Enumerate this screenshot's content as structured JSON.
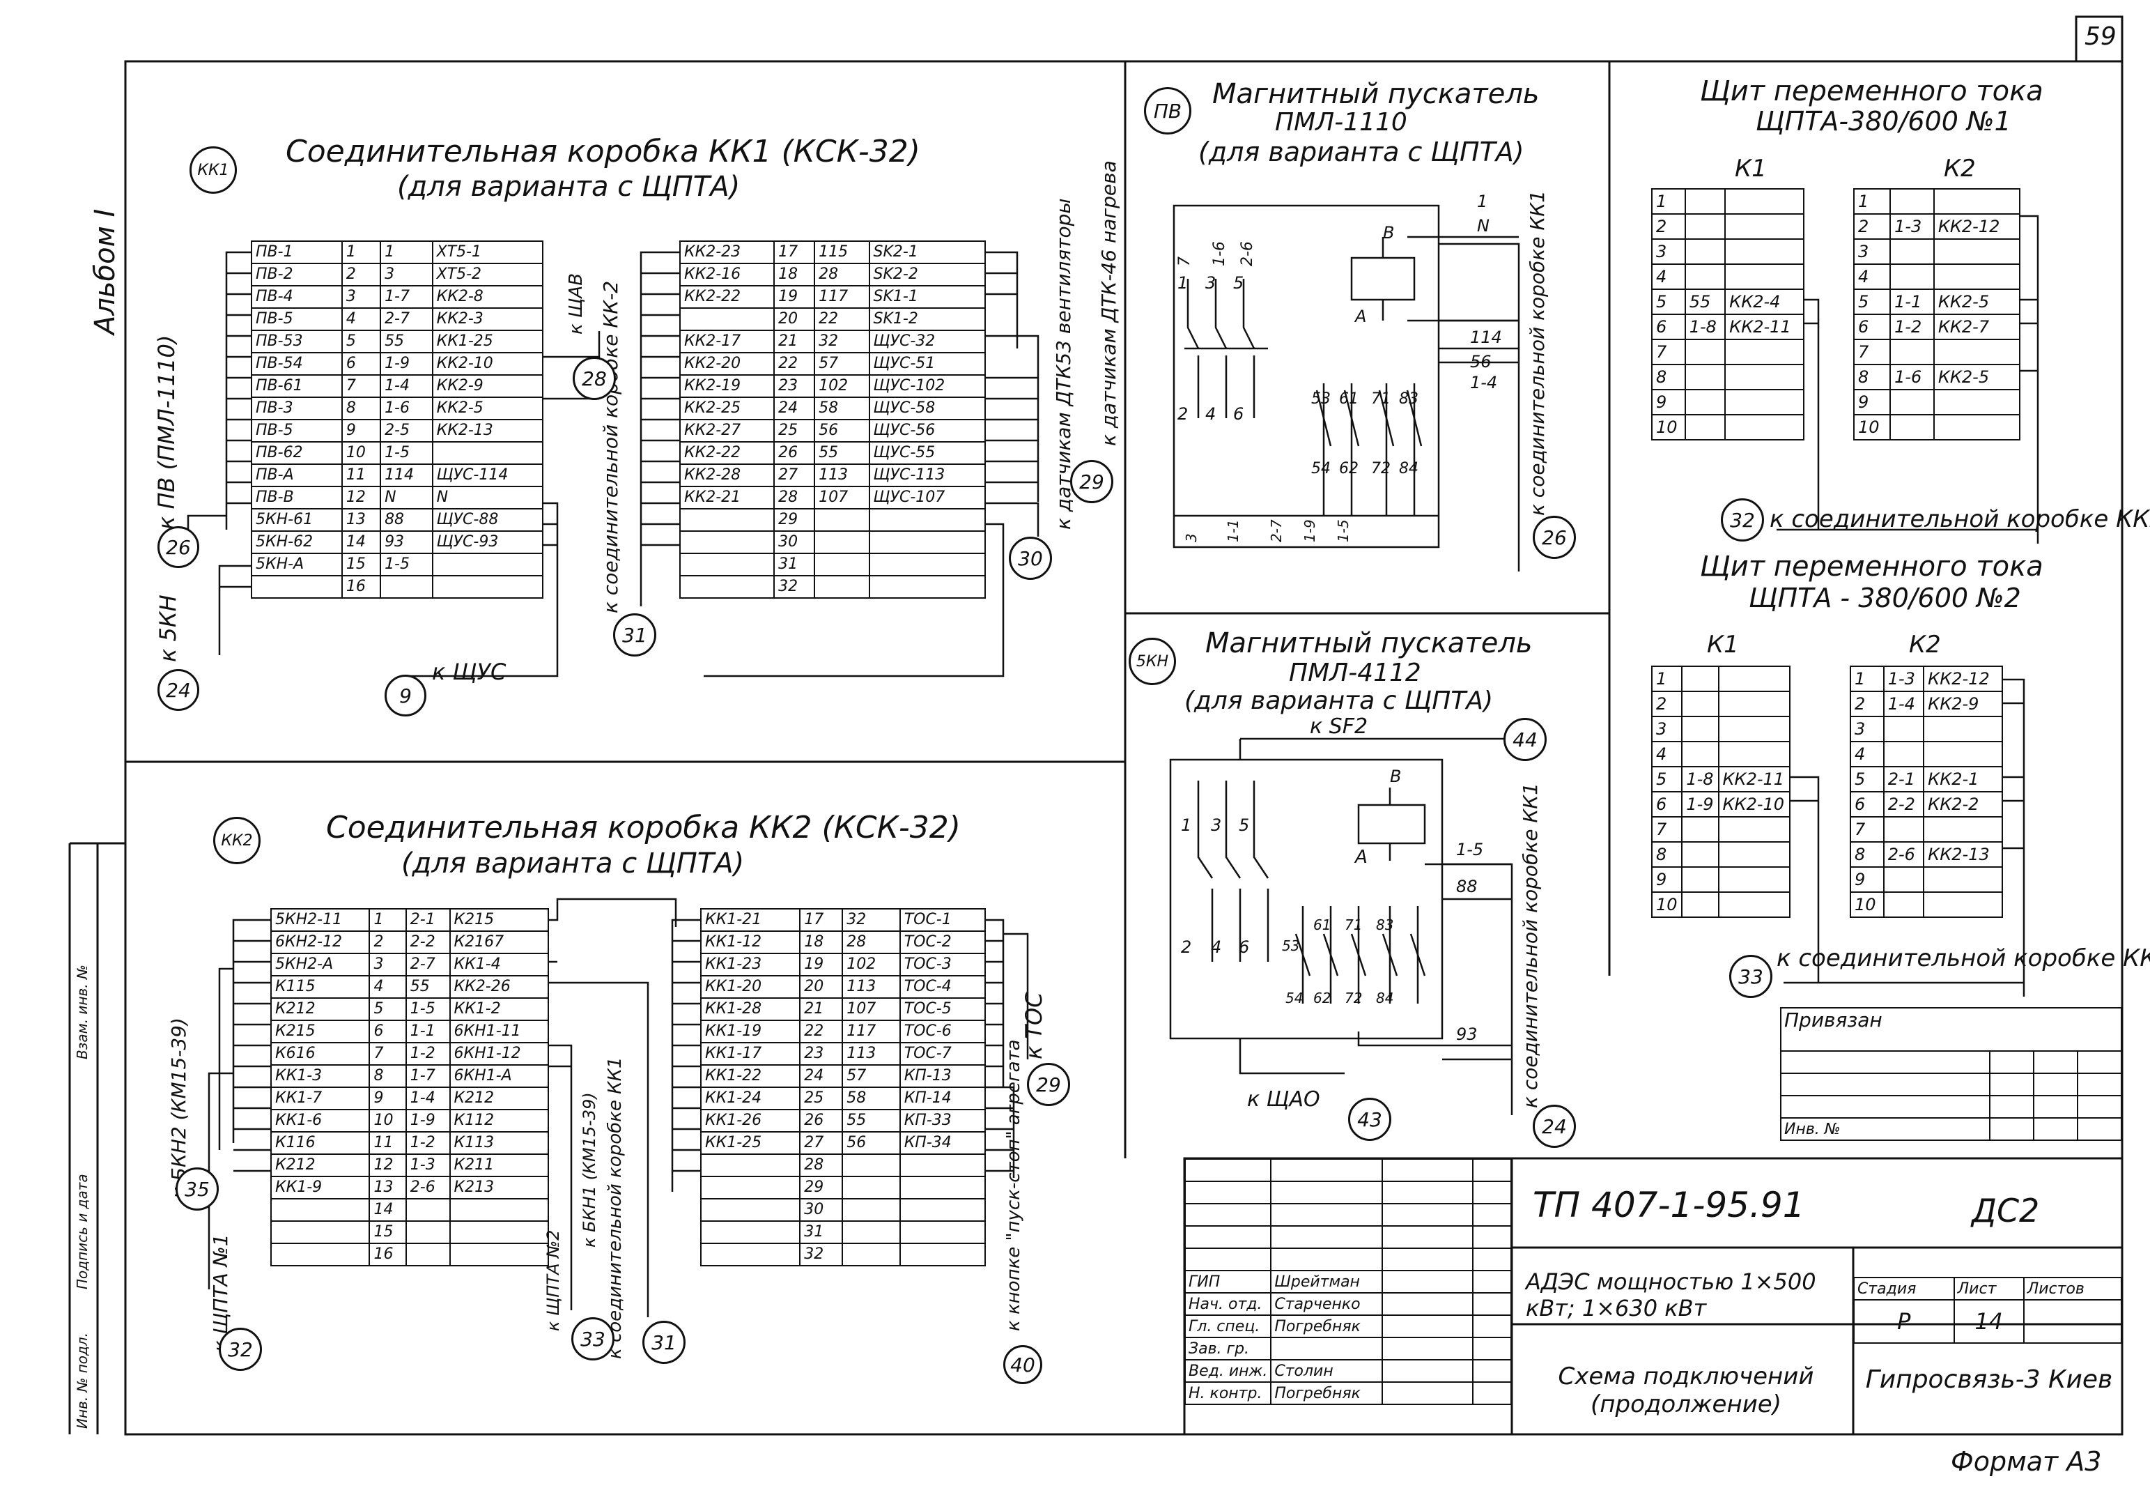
{
  "page_number": "59",
  "album": "Альбом I",
  "side_labels": [
    "Инв. № подл.",
    "Подпись и дата",
    "Взам. инв. №"
  ],
  "kk1": {
    "badge": "КК1",
    "title": "Соединительная коробка КК1 (КСК-32)",
    "subtitle": "(для варианта с ЩПТА)",
    "left_rows": [
      [
        "ПВ-1",
        "1",
        "1",
        "ХТ5-1"
      ],
      [
        "ПВ-2",
        "2",
        "3",
        "ХТ5-2"
      ],
      [
        "ПВ-4",
        "3",
        "1-7",
        "КК2-8"
      ],
      [
        "ПВ-5",
        "4",
        "2-7",
        "КК2-3"
      ],
      [
        "ПВ-53",
        "5",
        "55",
        "КК1-25"
      ],
      [
        "ПВ-54",
        "6",
        "1-9",
        "КК2-10"
      ],
      [
        "ПВ-61",
        "7",
        "1-4",
        "КК2-9"
      ],
      [
        "ПВ-3",
        "8",
        "1-6",
        "КК2-5"
      ],
      [
        "ПВ-5",
        "9",
        "2-5",
        "КК2-13"
      ],
      [
        "ПВ-62",
        "10",
        "1-5",
        ""
      ],
      [
        "ПВ-А",
        "11",
        "114",
        "ЩУС-114"
      ],
      [
        "ПВ-В",
        "12",
        "N",
        "N"
      ],
      [
        "5КН-61",
        "13",
        "88",
        "ЩУС-88"
      ],
      [
        "5КН-62",
        "14",
        "93",
        "ЩУС-93"
      ],
      [
        "5КН-А",
        "15",
        "1-5",
        ""
      ],
      [
        "",
        "16",
        "",
        ""
      ]
    ],
    "right_rows": [
      [
        "КК2-23",
        "17",
        "115",
        "SK2-1"
      ],
      [
        "КК2-16",
        "18",
        "28",
        "SK2-2"
      ],
      [
        "КК2-22",
        "19",
        "117",
        "SK1-1"
      ],
      [
        "",
        "20",
        "22",
        "SK1-2"
      ],
      [
        "КК2-17",
        "21",
        "32",
        "ЩУС-32"
      ],
      [
        "КК2-20",
        "22",
        "57",
        "ЩУС-51"
      ],
      [
        "КК2-19",
        "23",
        "102",
        "ЩУС-102"
      ],
      [
        "КК2-25",
        "24",
        "58",
        "ЩУС-58"
      ],
      [
        "КК2-27",
        "25",
        "56",
        "ЩУС-56"
      ],
      [
        "КК2-22",
        "26",
        "55",
        "ЩУС-55"
      ],
      [
        "КК2-28",
        "27",
        "113",
        "ЩУС-113"
      ],
      [
        "КК2-21",
        "28",
        "107",
        "ЩУС-107"
      ],
      [
        "",
        "29",
        "",
        ""
      ],
      [
        "",
        "30",
        "",
        ""
      ],
      [
        "",
        "31",
        "",
        ""
      ],
      [
        "",
        "32",
        "",
        ""
      ]
    ],
    "labels": {
      "pv": "к ПВ (ПМЛ-1110)",
      "skn": "к 5КН",
      "shus": "к ЩУС",
      "shav": "к ЩАВ",
      "kk2": "к соединительной коробке КК-2",
      "vent": "к датчикам ДТК53 вентиляторы",
      "ndat": "к датчикам ДТК-46 нагрева"
    },
    "circles": [
      "26",
      "24",
      "9",
      "28",
      "31",
      "30",
      "29"
    ]
  },
  "kk2": {
    "badge": "КК2",
    "title": "Соединительная коробка КК2 (КСК-32)",
    "subtitle": "(для варианта с ЩПТА)",
    "left_rows": [
      [
        "5КН2-11",
        "1",
        "2-1",
        "К215"
      ],
      [
        "6КН2-12",
        "2",
        "2-2",
        "К2167"
      ],
      [
        "5КН2-А",
        "3",
        "2-7",
        "КК1-4"
      ],
      [
        "К115",
        "4",
        "55",
        "КК2-26"
      ],
      [
        "К212",
        "5",
        "1-5",
        "КК1-2"
      ],
      [
        "К215",
        "6",
        "1-1",
        "6КН1-11"
      ],
      [
        "К616",
        "7",
        "1-2",
        "6КН1-12"
      ],
      [
        "КК1-3",
        "8",
        "1-7",
        "6КН1-А"
      ],
      [
        "КК1-7",
        "9",
        "1-4",
        "К212"
      ],
      [
        "КК1-6",
        "10",
        "1-9",
        "К112"
      ],
      [
        "К116",
        "11",
        "1-2",
        "К113"
      ],
      [
        "К212",
        "12",
        "1-3",
        "К211"
      ],
      [
        "КК1-9",
        "13",
        "2-6",
        "К213"
      ],
      [
        "",
        "14",
        "",
        ""
      ],
      [
        "",
        "15",
        "",
        ""
      ],
      [
        "",
        "16",
        "",
        ""
      ]
    ],
    "right_rows": [
      [
        "КК1-21",
        "17",
        "32",
        "ТОС-1"
      ],
      [
        "КК1-12",
        "18",
        "28",
        "ТОС-2"
      ],
      [
        "КК1-23",
        "19",
        "102",
        "ТОС-3"
      ],
      [
        "КК1-20",
        "20",
        "113",
        "ТОС-4"
      ],
      [
        "КК1-28",
        "21",
        "107",
        "ТОС-5"
      ],
      [
        "КК1-19",
        "22",
        "117",
        "ТОС-6"
      ],
      [
        "КК1-17",
        "23",
        "113",
        "ТОС-7"
      ],
      [
        "КК1-22",
        "24",
        "57",
        "КП-13"
      ],
      [
        "КК1-24",
        "25",
        "58",
        "КП-14"
      ],
      [
        "КК1-26",
        "26",
        "55",
        "КП-33"
      ],
      [
        "КК1-25",
        "27",
        "56",
        "КП-34"
      ],
      [
        "",
        "28",
        "",
        ""
      ],
      [
        "",
        "29",
        "",
        ""
      ],
      [
        "",
        "30",
        "",
        ""
      ],
      [
        "",
        "31",
        "",
        ""
      ],
      [
        "",
        "32",
        "",
        ""
      ]
    ],
    "labels": {
      "bkn": "к БКН2 (КМ15-39)",
      "shpta": "к ЩПТА №1",
      "shpta2": "к ЩПТА №2",
      "kk1": "к соединительной коробке КК1",
      "km": "к БКН1 (КМ15-39)",
      "tos": "к ТОС",
      "knopka": "к кнопке \"пуск-стоп\" агрегата"
    },
    "circles": [
      "35",
      "32",
      "33",
      "31",
      "29",
      "40"
    ]
  },
  "pv": {
    "badge": "ПВ",
    "title": "Магнитный пускатель",
    "model": "ПМЛ-1110",
    "subtitle": "(для варианта с ЩПТА)",
    "terms": [
      "1",
      "N",
      "114",
      "56",
      "1-4"
    ],
    "top_terms": [
      "7",
      "1-6",
      "2-6"
    ],
    "contacts": [
      "1",
      "3",
      "5",
      "2",
      "4",
      "6",
      "53",
      "61",
      "71",
      "83",
      "54",
      "62",
      "72",
      "84"
    ],
    "coil": [
      "В",
      "А"
    ],
    "bottom_terms": [
      "3",
      "1-1",
      "2-7",
      "1-9",
      "1-5"
    ],
    "label": "к соединительной коробке КК1",
    "circle": "26"
  },
  "skn": {
    "badge": "5КН",
    "title": "Магнитный пускатель",
    "model": "ПМЛ-4112",
    "subtitle": "(для варианта с ЩПТА)",
    "sf": "к SF2",
    "terms": [
      "1-5",
      "88",
      "93"
    ],
    "contacts": [
      "1",
      "3",
      "5",
      "2",
      "4",
      "6",
      "53",
      "61",
      "71",
      "83",
      "54",
      "62",
      "72",
      "84"
    ],
    "coil": [
      "В",
      "А"
    ],
    "shao": "к ЩАО",
    "label": "к соединительной коробке КК1",
    "circles": [
      "44",
      "43",
      "24"
    ]
  },
  "shpta1": {
    "title": "Щит переменного тока",
    "model": "ЩПТА-380/600 №1",
    "k1": "К1",
    "k2": "К2",
    "k1_rows": [
      [
        "1",
        "",
        ""
      ],
      [
        "2",
        "",
        ""
      ],
      [
        "3",
        "",
        ""
      ],
      [
        "4",
        "",
        ""
      ],
      [
        "5",
        "55",
        "КК2-4"
      ],
      [
        "6",
        "1-8",
        "КК2-11"
      ],
      [
        "7",
        "",
        ""
      ],
      [
        "8",
        "",
        ""
      ],
      [
        "9",
        "",
        ""
      ],
      [
        "10",
        "",
        ""
      ]
    ],
    "k2_rows": [
      [
        "1",
        "",
        ""
      ],
      [
        "2",
        "1-3",
        "КК2-12"
      ],
      [
        "3",
        "",
        ""
      ],
      [
        "4",
        "",
        ""
      ],
      [
        "5",
        "1-1",
        "КК2-5"
      ],
      [
        "6",
        "1-2",
        "КК2-7"
      ],
      [
        "7",
        "",
        ""
      ],
      [
        "8",
        "1-6",
        "КК2-5"
      ],
      [
        "9",
        "",
        ""
      ],
      [
        "10",
        "",
        ""
      ]
    ],
    "label": "к соединительной коробке КК2",
    "circle": "32"
  },
  "shpta2": {
    "title": "Щит переменного тока",
    "model": "ЩПТА - 380/600 №2",
    "k1": "К1",
    "k2": "К2",
    "k1_rows": [
      [
        "1",
        "",
        ""
      ],
      [
        "2",
        "",
        ""
      ],
      [
        "3",
        "",
        ""
      ],
      [
        "4",
        "",
        ""
      ],
      [
        "5",
        "1-8",
        "КК2-11"
      ],
      [
        "6",
        "1-9",
        "КК2-10"
      ],
      [
        "7",
        "",
        ""
      ],
      [
        "8",
        "",
        ""
      ],
      [
        "9",
        "",
        ""
      ],
      [
        "10",
        "",
        ""
      ]
    ],
    "k2_rows": [
      [
        "1",
        "1-3",
        "КК2-12"
      ],
      [
        "2",
        "1-4",
        "КК2-9"
      ],
      [
        "3",
        "",
        ""
      ],
      [
        "4",
        "",
        ""
      ],
      [
        "5",
        "2-1",
        "КК2-1"
      ],
      [
        "6",
        "2-2",
        "КК2-2"
      ],
      [
        "7",
        "",
        ""
      ],
      [
        "8",
        "2-6",
        "КК2-13"
      ],
      [
        "9",
        "",
        ""
      ],
      [
        "10",
        "",
        ""
      ]
    ],
    "label": "к соединительной коробке КК2",
    "circle": "33"
  },
  "stamp": {
    "privyazan": "Привязан",
    "inv": "Инв. №",
    "code": "ТП 407-1-95.91",
    "sheet_code": "ДС2",
    "roles": [
      "ГИП",
      "Нач. отд.",
      "Гл. спец.",
      "Зав. гр.",
      "Вед. инж.",
      "Н. контр."
    ],
    "names": [
      "Шрейтман",
      "Старченко",
      "Погребняк",
      "",
      "Столин",
      "Погребняк"
    ],
    "project": "АДЭС мощностью 1×500 кВт; 1×630 кВт",
    "stage_hdr": [
      "Стадия",
      "Лист",
      "Листов"
    ],
    "stage": [
      "Р",
      "14",
      ""
    ],
    "sheet_title": "Схема подключений (продолжение)",
    "org": "Гипросвязь-3 Киев",
    "format": "Формат А3"
  }
}
